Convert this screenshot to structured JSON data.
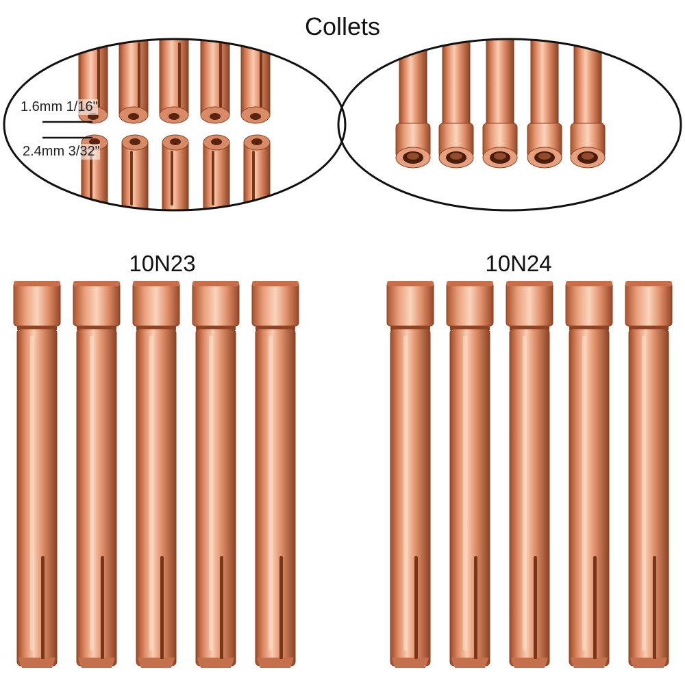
{
  "title": "Collets",
  "sizes": [
    "1.6mm 1/16\"",
    "2.4mm 3/32\""
  ],
  "groups": [
    {
      "label": "10N23",
      "count": 5
    },
    {
      "label": "10N24",
      "count": 5
    }
  ],
  "colors": {
    "copper_dark": "#a8552f",
    "copper_mid": "#e08f6a",
    "copper_light": "#f7c6a9",
    "outline": "#111111"
  }
}
